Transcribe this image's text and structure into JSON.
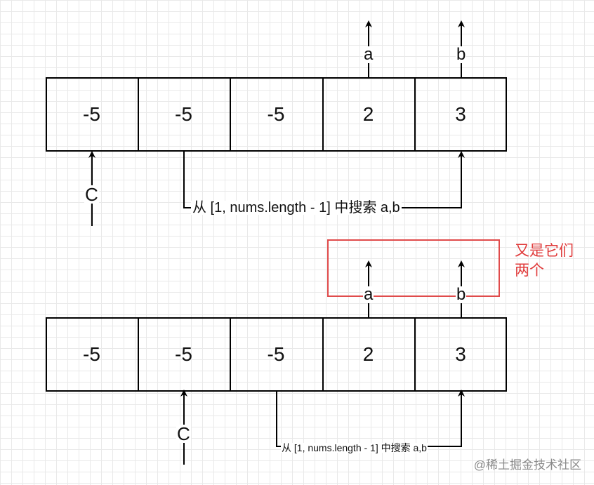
{
  "diagram": {
    "rows": [
      {
        "cells": [
          "-5",
          "-5",
          "-5",
          "2",
          "3"
        ],
        "pointer_c": "C",
        "pointer_a": "a",
        "pointer_b": "b",
        "search_label": "从 [1, nums.length - 1] 中搜索 a,b"
      },
      {
        "cells": [
          "-5",
          "-5",
          "-5",
          "2",
          "3"
        ],
        "pointer_c": "C",
        "pointer_a": "a",
        "pointer_b": "b",
        "search_label": "从 [1, nums.length - 1] 中搜索 a,b"
      }
    ],
    "note": "又是它们\n两个",
    "highlight_color": "#e04b4b",
    "note_color": "#e03a3a"
  },
  "watermark": "@稀土掘金技术社区"
}
